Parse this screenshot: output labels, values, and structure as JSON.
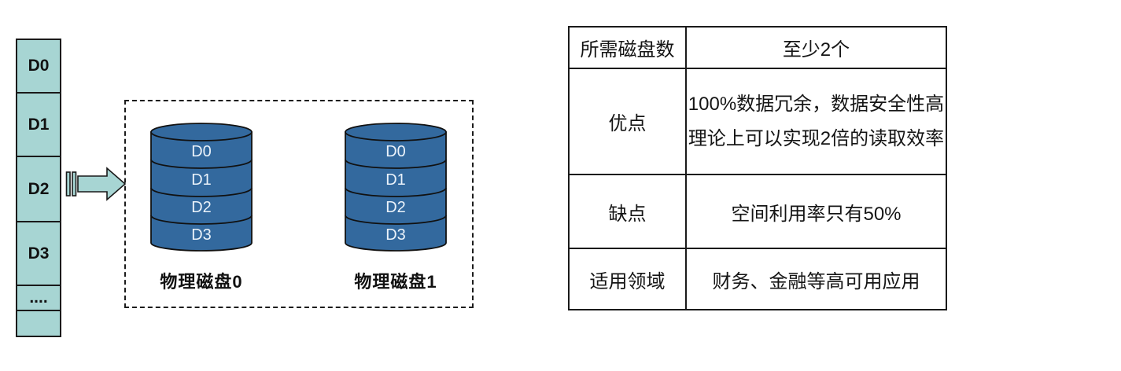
{
  "page": {
    "background": "#FFFFFF"
  },
  "colors": {
    "block_fill": "#A7D5D3",
    "disk_fill": "#33699E",
    "outline": "#1A1A1A",
    "disk_text": "#EAF2FA"
  },
  "logical_stripe": {
    "cells": [
      "D0",
      "D1",
      "D2",
      "D3",
      "....",
      ""
    ]
  },
  "mirror_group": {
    "disks": [
      {
        "name": "物理磁盘0",
        "segments": [
          "D0",
          "D1",
          "D2",
          "D3"
        ]
      },
      {
        "name": "物理磁盘1",
        "segments": [
          "D0",
          "D1",
          "D2",
          "D3"
        ]
      }
    ]
  },
  "table": {
    "rows": [
      {
        "label": "所需磁盘数",
        "value": "至少2个"
      },
      {
        "label": "优点",
        "value_lines": [
          "100%数据冗余，数据安全性高",
          "理论上可以实现2倍的读取效率"
        ]
      },
      {
        "label": "缺点",
        "value": "空间利用率只有50%"
      },
      {
        "label": "适用领域",
        "value": "财务、金融等高可用应用"
      }
    ]
  }
}
